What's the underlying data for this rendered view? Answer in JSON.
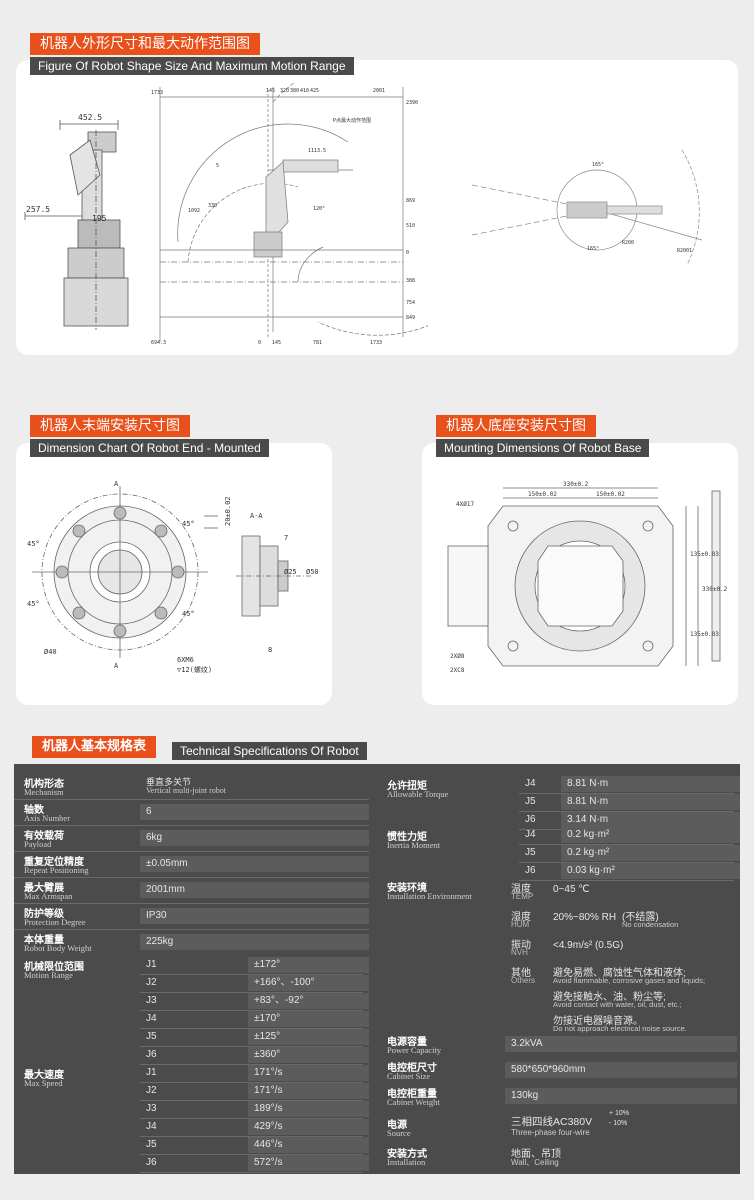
{
  "section1": {
    "title_cn": "机器人外形尺寸和最大动作范围图",
    "title_en": "Figure Of Robot Shape Size And Maximum Motion Range",
    "dims": {
      "d4525": "452.5",
      "d2575": "257.5",
      "d195": "195",
      "t1733": "1733",
      "t145": "145",
      "t320": "320",
      "t380": "380",
      "t410": "410",
      "t425": "425",
      "t2001": "2001",
      "r2390": "2390",
      "r869": "869",
      "r510": "510",
      "r0": "0",
      "r388": "388",
      "r754": "754",
      "r849": "849",
      "l1092": "1092",
      "l5": "5",
      "l330": "330",
      "l1113": "1113.5",
      "l120": "120°",
      "b6943": "694.3",
      "b0": "0",
      "b145": "145",
      "b781": "781",
      "b1733": "1733",
      "note": "P点最大动作范围",
      "p165a": "165°",
      "p165b": "165°",
      "p2001": "R2001",
      "p8200": "R200"
    }
  },
  "section2": {
    "title_cn": "机器人末端安装尺寸图",
    "title_en": "Dimension Chart Of Robot End - Mounted",
    "dims": {
      "a": "A",
      "a2": "A",
      "aa": "A-A",
      "ang1": "45°",
      "ang2": "45°",
      "ang3": "45°",
      "ang4": "45°",
      "d20": "20±0.02",
      "d40": "Ø40",
      "m6": "6XM6",
      "m6d": "▽12(螺纹)",
      "v7": "7",
      "v25": "Ø25",
      "v50": "Ø50",
      "v8": "8"
    }
  },
  "section3": {
    "title_cn": "机器人底座安装尺寸图",
    "title_en": "Mounting Dimensions Of Robot Base",
    "dims": {
      "d330": "330±0.2",
      "d150a": "150±0.02",
      "d150b": "150±0.02",
      "d4x17": "4XØ17",
      "d135a": "135±0.03",
      "d135b": "135±0.03",
      "d330v": "330±0.2",
      "d2x8": "2XØ8",
      "d2xc": "2XC8"
    }
  },
  "spec": {
    "title_cn": "机器人基本规格表",
    "title_en": "Technical Specifications Of Robot",
    "left": [
      {
        "cn": "机构形态",
        "en": "Mechanism",
        "val": "垂直多关节",
        "val2": "Vertical multi-joint robot"
      },
      {
        "cn": "轴数",
        "en": "Axis Number",
        "val": "6"
      },
      {
        "cn": "有效载荷",
        "en": "Payload",
        "val": "6kg"
      },
      {
        "cn": "重复定位精度",
        "en": "Repeat Positioning",
        "val": "±0.05mm"
      },
      {
        "cn": "最大臂展",
        "en": "Max Armspan",
        "val": "2001mm"
      },
      {
        "cn": "防护等级",
        "en": "Protection Degree",
        "val": "IP30"
      },
      {
        "cn": "本体重量",
        "en": "Robot Body Weight",
        "val": "225kg"
      }
    ],
    "motion": {
      "cn": "机械限位范围",
      "en": "Motion Range",
      "rows": [
        {
          "j": "J1",
          "v": "±172°"
        },
        {
          "j": "J2",
          "v": "+166°、-100°"
        },
        {
          "j": "J3",
          "v": "+83°、-92°"
        },
        {
          "j": "J4",
          "v": "±170°"
        },
        {
          "j": "J5",
          "v": "±125°"
        },
        {
          "j": "J6",
          "v": "±360°"
        }
      ]
    },
    "speed": {
      "cn": "最大速度",
      "en": "Max Speed",
      "rows": [
        {
          "j": "J1",
          "v": "171°/s"
        },
        {
          "j": "J2",
          "v": "171°/s"
        },
        {
          "j": "J3",
          "v": "189°/s"
        },
        {
          "j": "J4",
          "v": "429°/s"
        },
        {
          "j": "J5",
          "v": "446°/s"
        },
        {
          "j": "J6",
          "v": "572°/s"
        }
      ]
    },
    "torque": {
      "cn": "允许扭矩",
      "en": "Allowable Torque",
      "rows": [
        {
          "j": "J4",
          "v": "8.81 N·m"
        },
        {
          "j": "J5",
          "v": "8.81 N·m"
        },
        {
          "j": "J6",
          "v": "3.14 N·m"
        }
      ]
    },
    "inertia": {
      "cn": "惯性力矩",
      "en": "Inertia Moment",
      "rows": [
        {
          "j": "J4",
          "v": "0.2 kg·m²"
        },
        {
          "j": "J5",
          "v": "0.2 kg·m²"
        },
        {
          "j": "J6",
          "v": "0.03 kg·m²"
        }
      ]
    },
    "env": {
      "cn": "安装环境",
      "en": "Installation Environment",
      "temp_cn": "温度",
      "temp_en": "TEMP",
      "temp_v": "0~45 ℃",
      "hum_cn": "湿度",
      "hum_en": "HUM",
      "hum_v": "20%~80% RH",
      "hum_v2": "(不结露)",
      "hum_v3": "No condensation",
      "nvh_cn": "振动",
      "nvh_en": "NVH",
      "nvh_v": "<4.9m/s² (0.5G)",
      "oth_cn": "其他",
      "oth_en": "Others",
      "oth1": "避免易燃、腐蚀性气体和液体;",
      "oth1e": "Avoid flammable, corrosive gases and liquids;",
      "oth2": "避免接触水、油、粉尘等;",
      "oth2e": "Avoid contact with water, oil, dust, etc.;",
      "oth3": "勿接近电器噪音源。",
      "oth3e": "Do not approach electrical noise source."
    },
    "right": [
      {
        "cn": "电源容量",
        "en": "Power Capacity",
        "val": "3.2kVA"
      },
      {
        "cn": "电控柜尺寸",
        "en": "Cabinet Size",
        "val": "580*650*960mm"
      },
      {
        "cn": "电控柜重量",
        "en": "Cabinet Weight",
        "val": "130kg"
      }
    ],
    "source": {
      "cn": "电源",
      "en": "Source",
      "val": "三相四线AC380V",
      "tol1": "+ 10%",
      "tol2": "- 10%",
      "val2": "Three-phase four-wire"
    },
    "install": {
      "cn": "安装方式",
      "en": "Installation",
      "val": "地面、吊顶",
      "val2": "Wall、Ceiling"
    }
  }
}
